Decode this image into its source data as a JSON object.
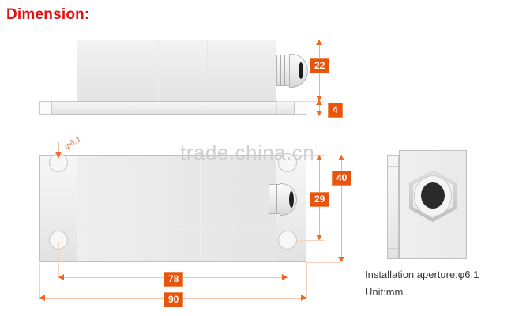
{
  "title": "Dimension:",
  "watermark": "trade.china.cn",
  "notes": {
    "installation_aperture": "Installation aperture:φ6.1",
    "unit": "Unit:mm"
  },
  "callouts": {
    "phi": "φ6.1"
  },
  "dimensions": {
    "height_body": "22",
    "height_plate": "4",
    "width_overall": "90",
    "width_hole_spacing": "78",
    "depth_overall": "40",
    "depth_connector": "29"
  },
  "colors": {
    "title_red": "#e21212",
    "dimension_orange": "#e8540c",
    "dimension_line": "#f0b495",
    "part_fill": "#ebebeb",
    "part_stroke": "#bfbfbf",
    "bore_dark": "#2a2a2a",
    "watermark_gray": "#cfcfcf"
  },
  "views": {
    "side_elevation": "side-elevation-view",
    "plan": "plan-view",
    "end_elevation": "end-elevation-view"
  }
}
